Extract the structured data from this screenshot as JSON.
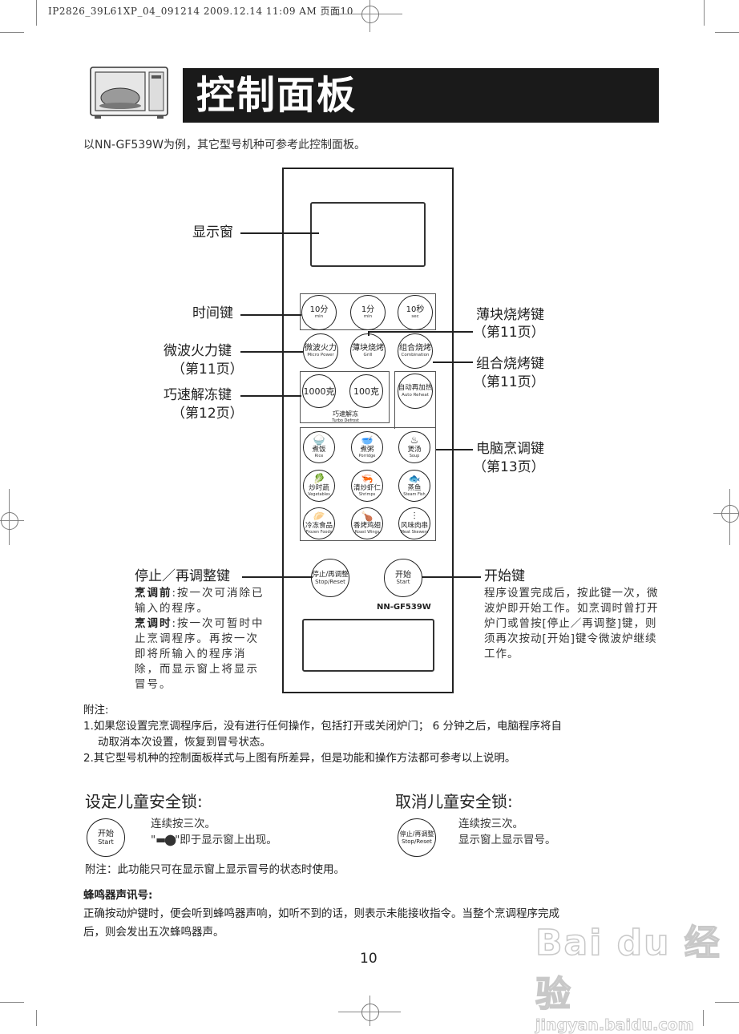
{
  "print_meta": "IP2826_39L61XP_04_091214   2009.12.14 11:09 AM 页面10",
  "header": {
    "icon": "microwave-illustration",
    "title": "控制面板",
    "subtitle": "以NN-GF539W为例，其它型号机种可参考此控制面板。"
  },
  "panel": {
    "model": "NN-GF539W",
    "time_keys": [
      {
        "zh": "10分",
        "en": "min"
      },
      {
        "zh": "1分",
        "en": "min"
      },
      {
        "zh": "10秒",
        "en": "sec"
      }
    ],
    "function_keys": [
      {
        "zh": "微波火力",
        "en": "Micro Power"
      },
      {
        "zh": "薄块烧烤",
        "en": "Grill"
      },
      {
        "zh": "组合烧烤",
        "en": "Combination"
      }
    ],
    "defrost_keys": [
      {
        "zh": "1000克",
        "en": ""
      },
      {
        "zh": "100克",
        "en": ""
      }
    ],
    "defrost_label": {
      "zh": "巧速解冻",
      "en": "Turbo Defrost"
    },
    "auto_reheat": {
      "zh": "自动再加热",
      "en": "Auto Reheat"
    },
    "menu_keys": [
      {
        "icon": "rice-bowl-icon",
        "glyph": "🍚",
        "zh": "煮饭",
        "en": "Rice"
      },
      {
        "icon": "porridge-bowl-icon",
        "glyph": "🥣",
        "zh": "煮粥",
        "en": "Porridge"
      },
      {
        "icon": "pot-icon",
        "glyph": "♨",
        "zh": "煲汤",
        "en": "Soup"
      },
      {
        "icon": "vegetable-icon",
        "glyph": "🥬",
        "zh": "炒时蔬",
        "en": "Vegetables"
      },
      {
        "icon": "shrimp-icon",
        "glyph": "🦐",
        "zh": "清炒虾仁",
        "en": "Shrimps"
      },
      {
        "icon": "fish-icon",
        "glyph": "🐟",
        "zh": "蒸鱼",
        "en": "Steam Fish"
      },
      {
        "icon": "dumplings-icon",
        "glyph": "🥟",
        "zh": "冷冻食品",
        "en": "Frozen Foods"
      },
      {
        "icon": "roast-wing-icon",
        "glyph": "🍗",
        "zh": "香烤鸡翅",
        "en": "Roast Wings"
      },
      {
        "icon": "skewer-icon",
        "glyph": "⫶",
        "zh": "风味肉串",
        "en": "Meat Skewers"
      }
    ],
    "stop_key": {
      "zh": "停止/再调整",
      "en": "Stop/Reset"
    },
    "start_key": {
      "zh": "开始",
      "en": "Start"
    }
  },
  "callouts": {
    "display": "显示窗",
    "time_key": "时间键",
    "micro_power": "微波火力键",
    "micro_power_page": "（第11页）",
    "turbo_defrost": "巧速解冻键",
    "turbo_defrost_page": "（第12页）",
    "grill": "薄块烧烤键",
    "grill_page": "（第11页）",
    "combination": "组合烧烤键",
    "combination_page": "（第11页）",
    "menu": "电脑烹调键",
    "menu_page": "（第13页）",
    "stop": "停止／再调整键",
    "stop_desc": [
      {
        "bold": "烹调前",
        "text": ":按一次可消除已输入的程序。"
      },
      {
        "bold": "烹调时",
        "text": ":按一次可暂时中止烹调程序。再按一次即将所输入的程序消除，而显示窗上将显示冒号。"
      }
    ],
    "start": "开始键",
    "start_desc": "程序设置完成后，按此键一次，微波炉即开始工作。如烹调时曾打开炉门或曾按[停止／再调整]键，则须再次按动[开始]键令微波炉继续工作。"
  },
  "notes": {
    "heading": "附注:",
    "items": [
      "1.如果您设置完烹调程序后，没有进行任何操作，包括打开或关闭炉门； 6 分钟之后，电脑程序将自",
      "动取消本次设置，恢复到冒号状态。",
      "2.其它型号机种的控制面板样式与上图有所差异，但是功能和操作方法都可参考以上说明。"
    ]
  },
  "child_lock": {
    "set_heading": "设定儿童安全锁:",
    "set_button": {
      "zh": "开始",
      "en": "Start"
    },
    "set_line1": "连续按三次。",
    "set_line2_pre": "\"",
    "set_key_glyph": "▬⬤",
    "set_line2_post": "\"即于显示窗上出现。",
    "cancel_heading": "取消儿童安全锁:",
    "cancel_button": {
      "zh": "停止/再调整",
      "en": "Stop/Reset"
    },
    "cancel_line1": "连续按三次。",
    "cancel_line2": "显示窗上显示冒号。",
    "note": "附注：此功能只可在显示窗上显示冒号的状态时使用。"
  },
  "beeper": {
    "heading": "蜂鸣器声讯号:",
    "text_line1": "正确按动炉键时，便会听到蜂鸣器声响，如听不到的话，则表示未能接收指令。当整个烹调程序完成",
    "text_line2": "后，则会发出五次蜂鸣器声。"
  },
  "page_number": "10",
  "watermark": {
    "brand": "Bai du 经验",
    "url": "jingyan.baidu.com"
  }
}
